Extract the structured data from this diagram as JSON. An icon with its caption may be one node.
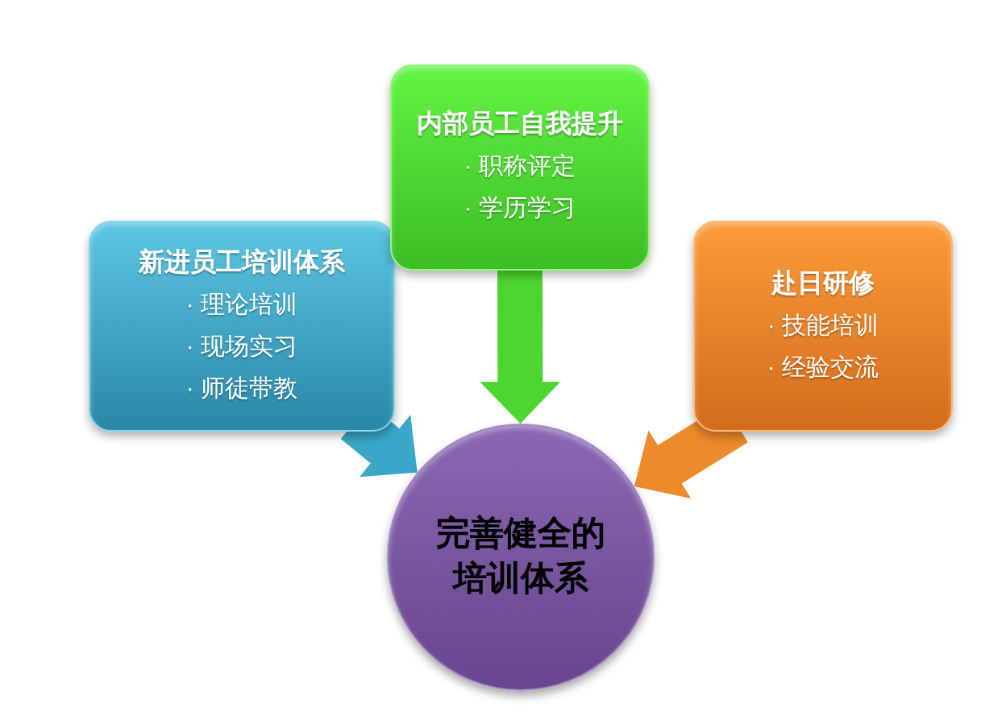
{
  "diagram": {
    "nodes": [
      {
        "text": [
          "新进员工培训体系",
          "· 理论培训",
          "· 现场实习",
          "· 师徒带教"
        ]
      },
      {
        "text": [
          "内部员工自我提升",
          "· 职称评定",
          "· 学历学习"
        ]
      },
      {
        "text": [
          "赴日研修",
          "· 技能培训",
          "· 经验交流"
        ]
      },
      {
        "text": [
          "完善健全的培训体系"
        ]
      }
    ],
    "edges": [
      {
        "from": 0,
        "to": 3,
        "arrow": "to",
        "color": "#3aa6c8"
      },
      {
        "from": 1,
        "to": 3,
        "arrow": "to",
        "color": "#4dd630"
      },
      {
        "from": 2,
        "to": 3,
        "arrow": "to",
        "color": "#ec8a2c"
      }
    ]
  }
}
